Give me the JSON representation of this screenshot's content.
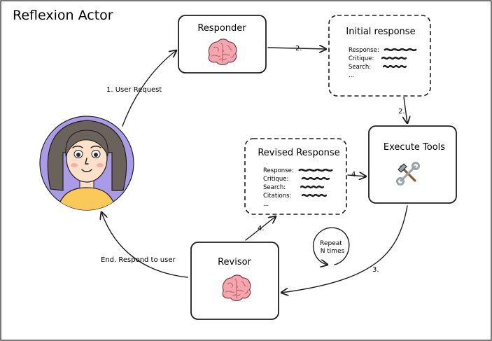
{
  "title": "Reflexion Actor",
  "nodes": {
    "responder": {
      "title": "Responder"
    },
    "initial": {
      "title": "Initial response",
      "fields": [
        "Response:",
        "Critique:",
        "Search:",
        "..."
      ]
    },
    "execute": {
      "title": "Execute Tools"
    },
    "revised": {
      "title": "Revised Response",
      "fields": [
        "Response:",
        "Critique:",
        "Search:",
        "Citations:",
        "..."
      ]
    },
    "revisor": {
      "title": "Revisor"
    },
    "repeat": {
      "line1": "Repeat",
      "line2": "N times"
    }
  },
  "edges": {
    "user_request": "1. User Request",
    "step2_right": "2.",
    "step2_down": "2.",
    "step3": "3.",
    "step4_up": "4.",
    "step4_right": "4",
    "end": "End. Respond to user"
  },
  "colors": {
    "avatar_bg": "#a99be6",
    "hair": "#6b625c",
    "skin": "#fde0c9",
    "shirt": "#fbc85a",
    "brain": "#f4a6ae",
    "ink": "#1e1e1e"
  },
  "icons": {
    "tools": "hammer-and-wrench-icon",
    "brain": "brain-icon",
    "user": "user-avatar"
  }
}
